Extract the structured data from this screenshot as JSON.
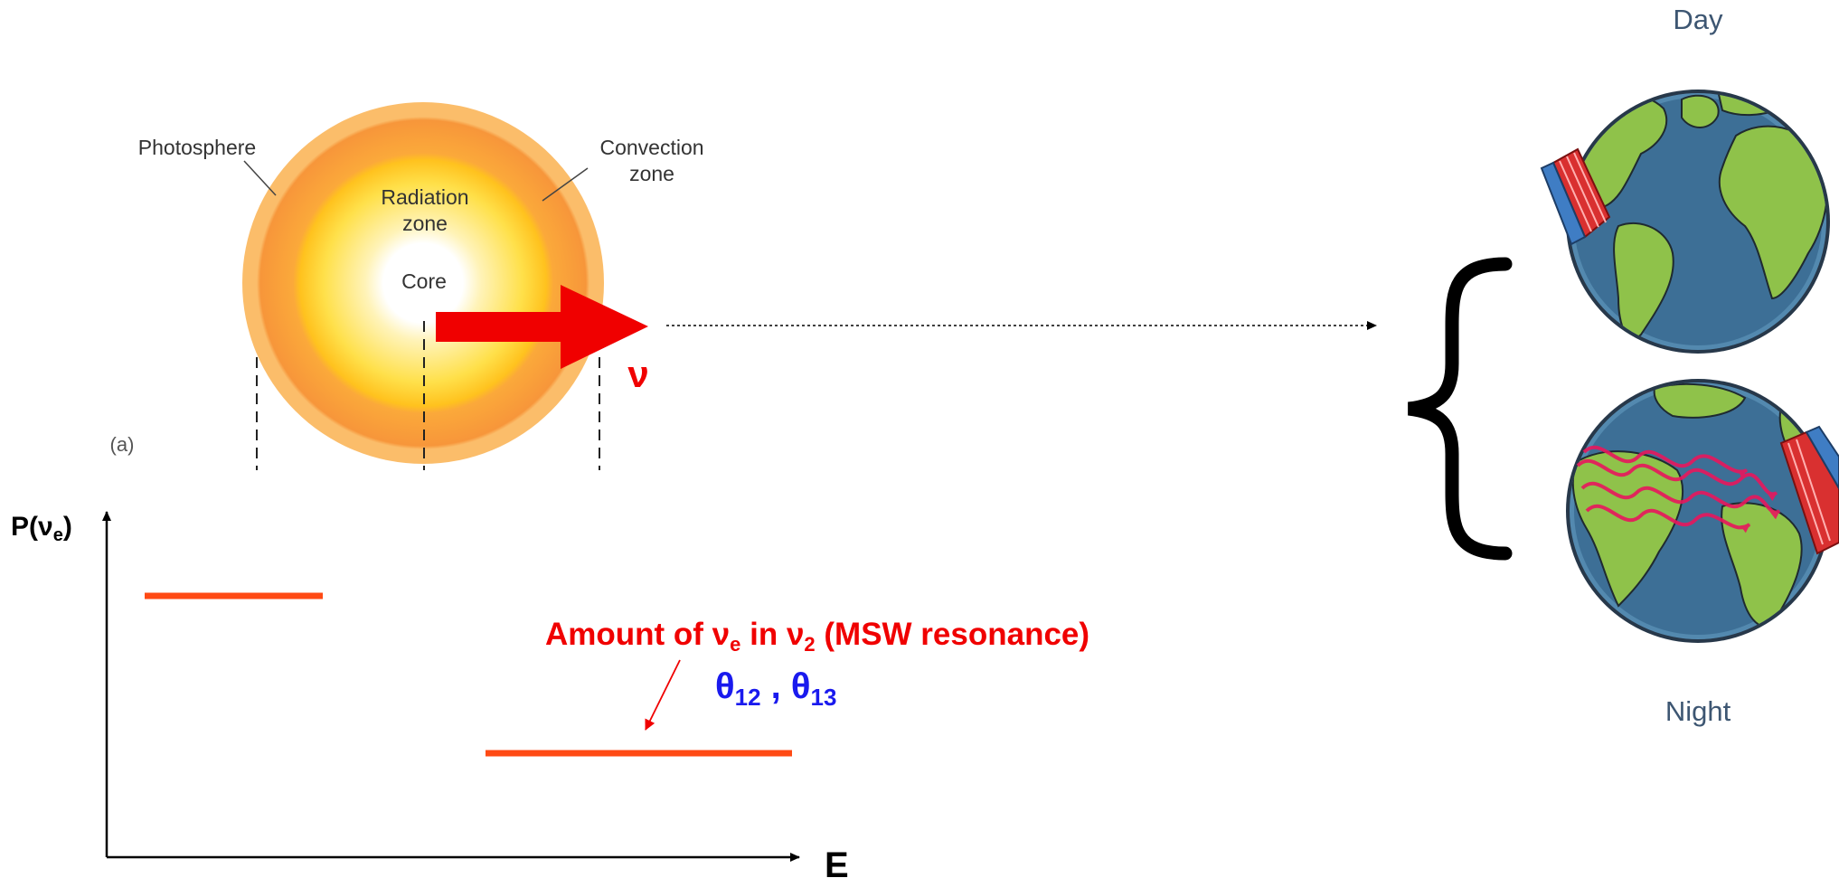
{
  "sun": {
    "photosphere_label": "Photosphere",
    "convection_label_1": "Convection",
    "convection_label_2": "zone",
    "radiation_label_1": "Radiation",
    "radiation_label_2": "zone",
    "core_label": "Core",
    "panel_label": "(a)",
    "neutrino_symbol": "ν"
  },
  "earth": {
    "day_label": "Day",
    "night_label": "Night"
  },
  "plot": {
    "y_axis_main": "P(ν",
    "y_axis_sub": "e",
    "y_axis_close": ")",
    "x_axis_label": "E"
  },
  "annotation": {
    "msw_pre": "Amount of ν",
    "msw_sub_e": "e",
    "msw_mid": " in ν",
    "msw_sub_2": "2",
    "msw_post": " (MSW resonance)",
    "theta_1": "θ",
    "theta_1_sub": "12",
    "theta_sep": " , ",
    "theta_2": "θ",
    "theta_2_sub": "13"
  },
  "colors": {
    "neutrino_red": "#f00000",
    "level_orange": "#ff4a14",
    "theta_blue": "#1a1aee",
    "label_slate": "#3d5672",
    "ocean": "#3d6f96",
    "land": "#8fc24a"
  }
}
